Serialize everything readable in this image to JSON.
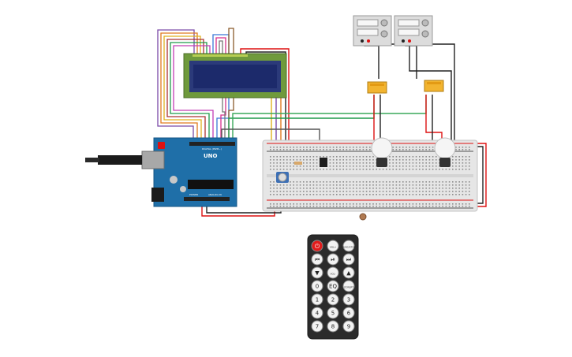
{
  "arduino": {
    "logo": "UNO",
    "label_digital": "DIGITAL (PWM~)",
    "label_power": "POWER",
    "label_analog": "ANALOG IN"
  },
  "remote": {
    "row1": [
      "",
      "VOL+",
      "FUNC/STOP"
    ],
    "row2": [
      "⏮",
      "⏯",
      "⏭"
    ],
    "row3": [
      "▼",
      "VOL-",
      "▲"
    ],
    "row4": [
      "0",
      "EQ",
      "ST/REPT"
    ],
    "row5": [
      "1",
      "2",
      "3"
    ],
    "row6": [
      "4",
      "5",
      "6"
    ],
    "row7": [
      "7",
      "8",
      "9"
    ]
  },
  "colors": {
    "board_blue": "#1f6fa8",
    "lcd_green": "#6f9a3c",
    "lcd_screen": "#1c2a6b",
    "breadboard": "#e6e6e6",
    "relay_yellow": "#f2b430",
    "remote_body": "#2b2b2b",
    "power_red": "#e11b1b"
  }
}
